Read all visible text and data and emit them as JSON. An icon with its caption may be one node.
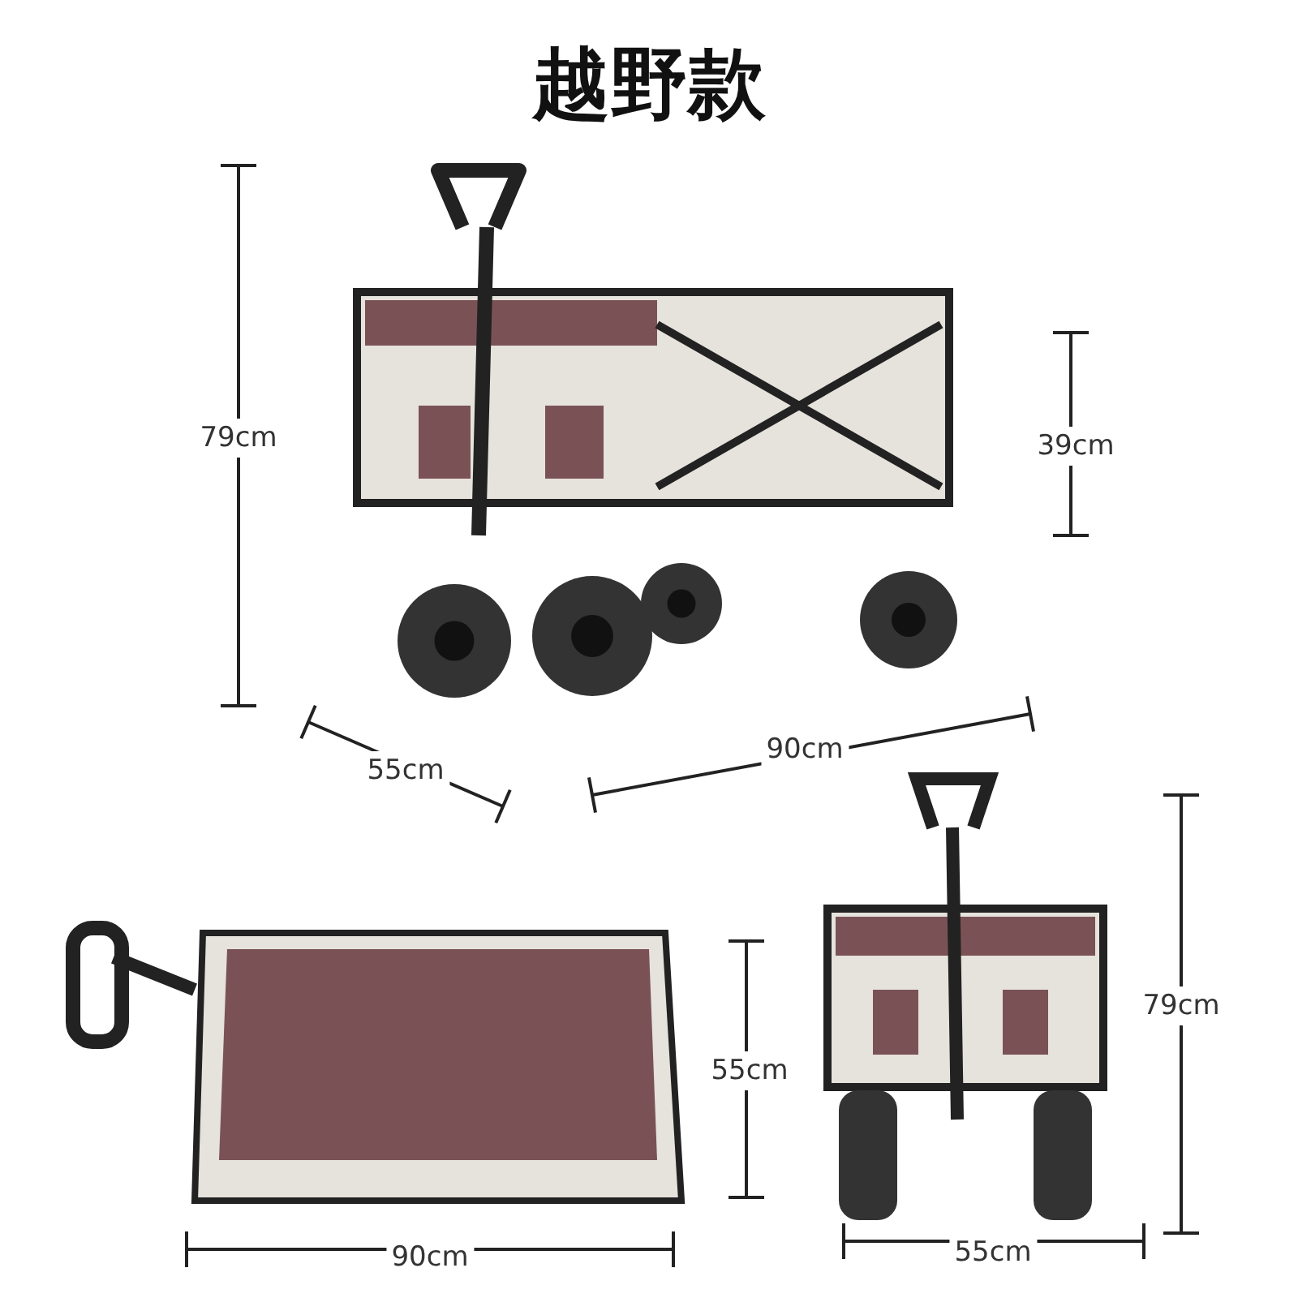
{
  "diagram": {
    "title": "越野款",
    "labels": [
      "79cm",
      "39cm",
      "55cm",
      "90cm",
      "55cm",
      "79cm",
      "90cm",
      "55cm"
    ]
  }
}
